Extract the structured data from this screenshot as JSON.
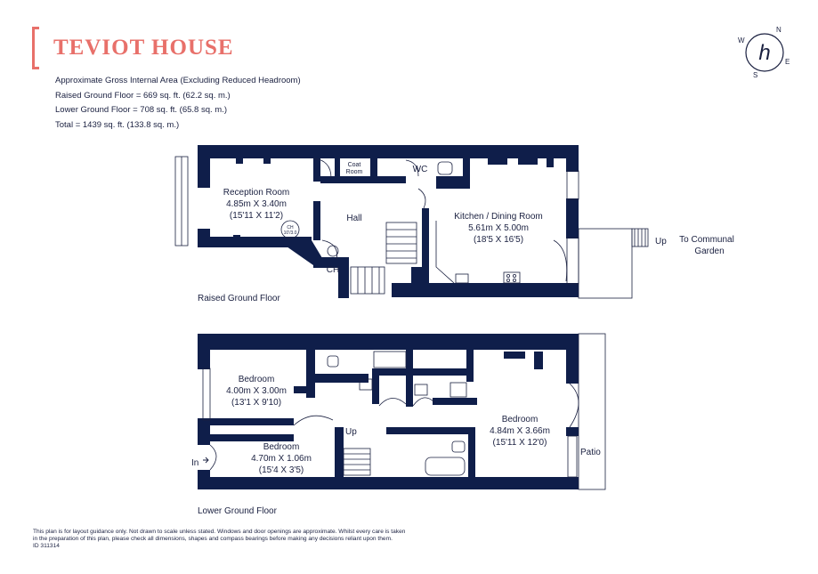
{
  "header": {
    "title": "TEVIOT HOUSE",
    "accent_color": "#e8706a"
  },
  "areas": {
    "heading": "Approximate Gross Internal Area  (Excluding Reduced Headroom)",
    "raised": "Raised Ground Floor  =  669 sq. ft. (62.2 sq. m.)",
    "lower": "Lower Ground Floor  =  708 sq. ft. (65.8 sq. m.)",
    "total": "Total  =  1439 sq. ft. (133.8 sq. m.)"
  },
  "compass": {
    "logo_letter": "h",
    "n": "N",
    "s": "S",
    "e": "E",
    "w": "W"
  },
  "raised_floor": {
    "caption": "Raised Ground Floor",
    "reception": {
      "name": "Reception Room",
      "metric": "4.85m X 3.40m",
      "imperial": "(15'11 X 11'2)"
    },
    "ceiling_height": {
      "line1": "CH",
      "line2": "10'/3.0"
    },
    "coat": {
      "line1": "Coat",
      "line2": "Room"
    },
    "wc": "WC",
    "hall": "Hall",
    "ch": "CH",
    "kitchen": {
      "name": "Kitchen / Dining Room",
      "metric": "5.61m X 5.00m",
      "imperial": "(18'5 X 16'5)"
    },
    "up": "Up",
    "garden": {
      "line1": "To Communal",
      "line2": "Garden"
    }
  },
  "lower_floor": {
    "caption": "Lower Ground Floor",
    "bedroom1": {
      "name": "Bedroom",
      "metric": "4.00m X 3.00m",
      "imperial": "(13'1 X 9'10)"
    },
    "bedroom2": {
      "name": "Bedroom",
      "metric": "4.70m X 1.06m",
      "imperial": "(15'4 X 3'5)"
    },
    "bedroom3": {
      "name": "Bedroom",
      "metric": "4.84m X 3.66m",
      "imperial": "(15'11 X 12'0)"
    },
    "up": "Up",
    "entry": "In",
    "patio": "Patio"
  },
  "wall_color": "#0f1e4a",
  "disclaimer": {
    "line1": "This plan is for layout guidance only. Not drawn to scale unless stated. Windows and door openings are approximate. Whilst every care is taken",
    "line2": "in the preparation of this plan, please check all dimensions, shapes and compass bearings before making any decisions reliant upon them.",
    "id": "ID 311314"
  }
}
